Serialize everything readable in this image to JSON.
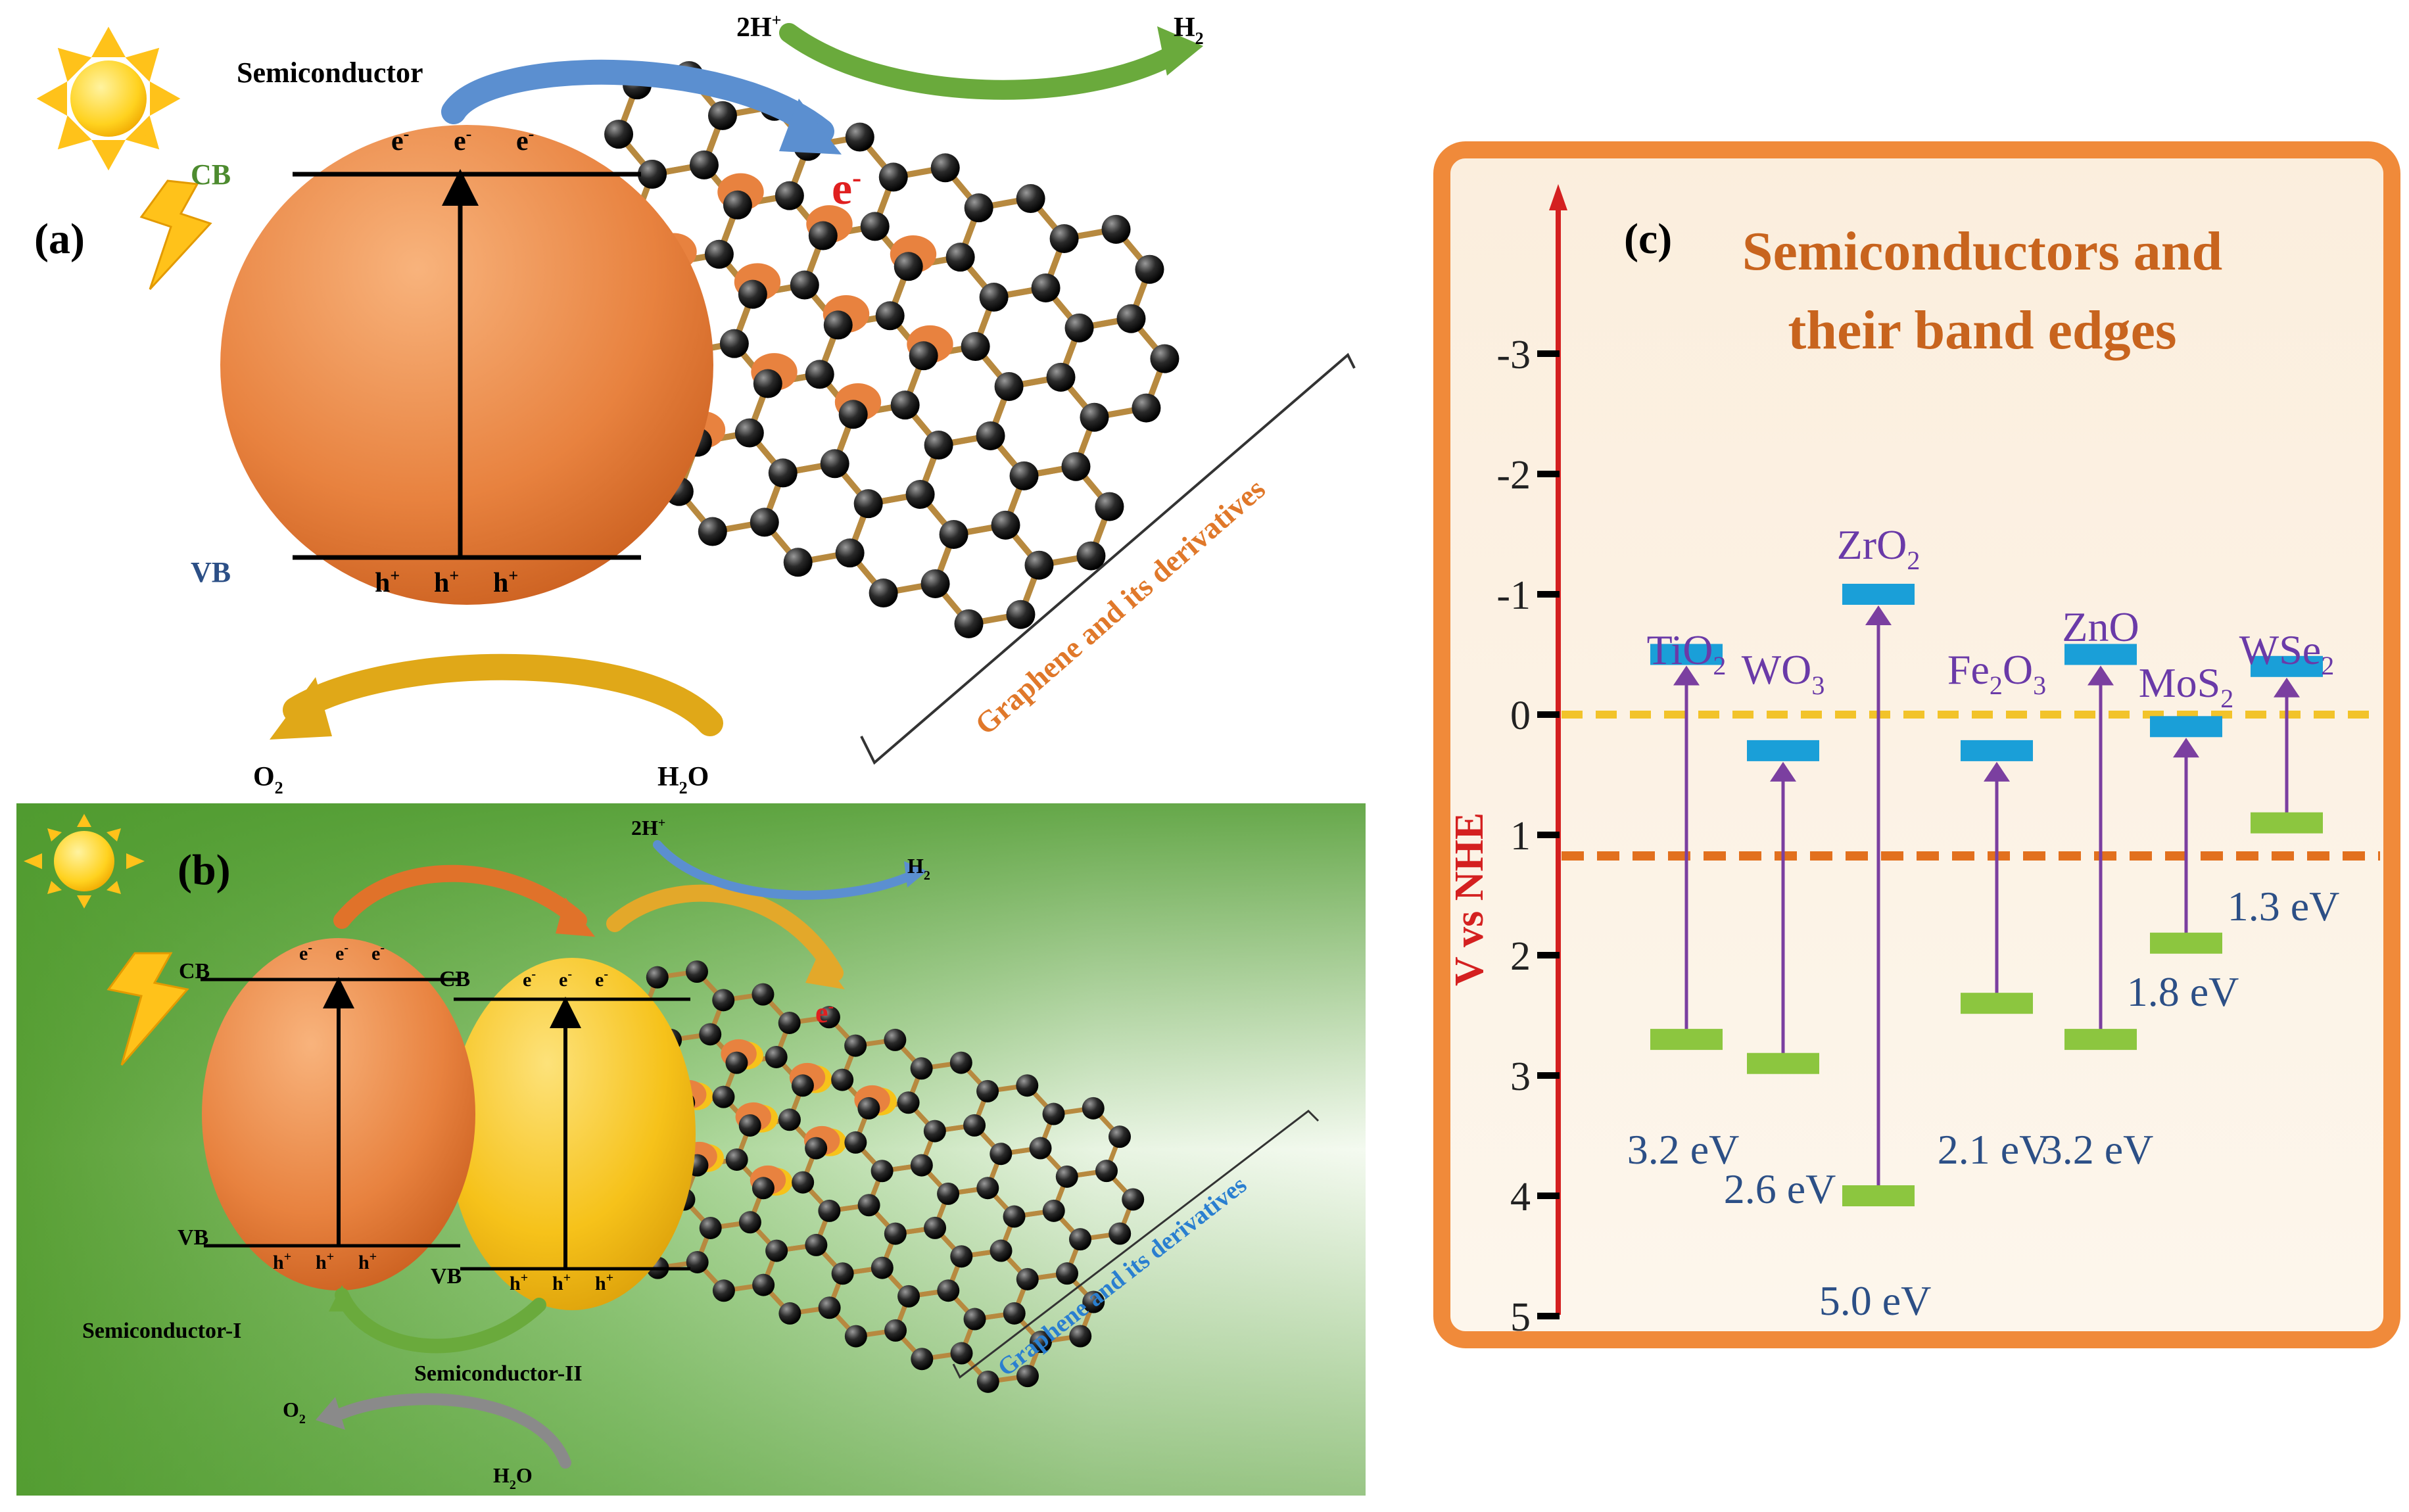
{
  "panel_a": {
    "label": "(a)",
    "semiconductor": "Semiconductor",
    "cb": "CB",
    "vb": "VB",
    "electron": "e",
    "electron_sup": "-",
    "hole": "h",
    "hole_sup": "+",
    "proton_reactant": "2H",
    "proton_sup": "+",
    "h2": "H",
    "h2_sub": "2",
    "o2": "O",
    "o2_sub": "2",
    "water_h": "H",
    "water_sub": "2",
    "water_o": "O",
    "support": "Graphene and its derivatives"
  },
  "panel_b": {
    "label": "(b)",
    "cb": "CB",
    "vb": "VB",
    "semiconductor_1": "Semiconductor-I",
    "semiconductor_2": "Semiconductor-II",
    "electron": "e",
    "electron_sup": "-",
    "hole": "h",
    "hole_sup": "+",
    "proton_reactant": "2H",
    "proton_sup": "+",
    "h2": "H",
    "h2_sub": "2",
    "o2": "O",
    "o2_sub": "2",
    "water_h": "H",
    "water_sub": "2",
    "water_o": "O",
    "support": "Graphene and its derivatives"
  },
  "panel_c": {
    "label": "(c)",
    "title_line1": "Semiconductors and",
    "title_line2": "their band edges",
    "ylabel": "V vs NHE",
    "y_ticks": [
      "-3",
      "-2",
      "-1",
      "0",
      "1",
      "2",
      "3",
      "4",
      "5"
    ],
    "materials": [
      {
        "base": "TiO",
        "sub": "2",
        "mid": "",
        "mid_sub": "",
        "gap": "3.2 eV"
      },
      {
        "base": "WO",
        "sub": "3",
        "mid": "",
        "mid_sub": "",
        "gap": "2.6 eV"
      },
      {
        "base": "ZrO",
        "sub": "2",
        "mid": "",
        "mid_sub": "",
        "gap": "5.0 eV"
      },
      {
        "base": "Fe",
        "sub": "2",
        "mid": "O",
        "mid_sub": "3",
        "gap": "2.1 eV"
      },
      {
        "base": "ZnO",
        "sub": "",
        "mid": "",
        "mid_sub": "",
        "gap": "3.2 eV"
      },
      {
        "base": "MoS",
        "sub": "2",
        "mid": "",
        "mid_sub": "",
        "gap": "1.8 eV"
      },
      {
        "base": "WSe",
        "sub": "2",
        "mid": "",
        "mid_sub": "",
        "gap": "1.3 eV"
      }
    ]
  },
  "colors": {
    "orange": "#e8823f",
    "dark_orange": "#c65a1a",
    "yellow": "#f6c21a",
    "green_bg": "#6aaa3c",
    "cb_bar": "#1a9fd8",
    "vb_bar": "#8cc63f",
    "band_arrow": "#7b3fa0",
    "axis_red": "#d42020",
    "title_orange": "#c8641e",
    "label_blue": "#2c4f86",
    "material_purple": "#6a3aa8"
  }
}
